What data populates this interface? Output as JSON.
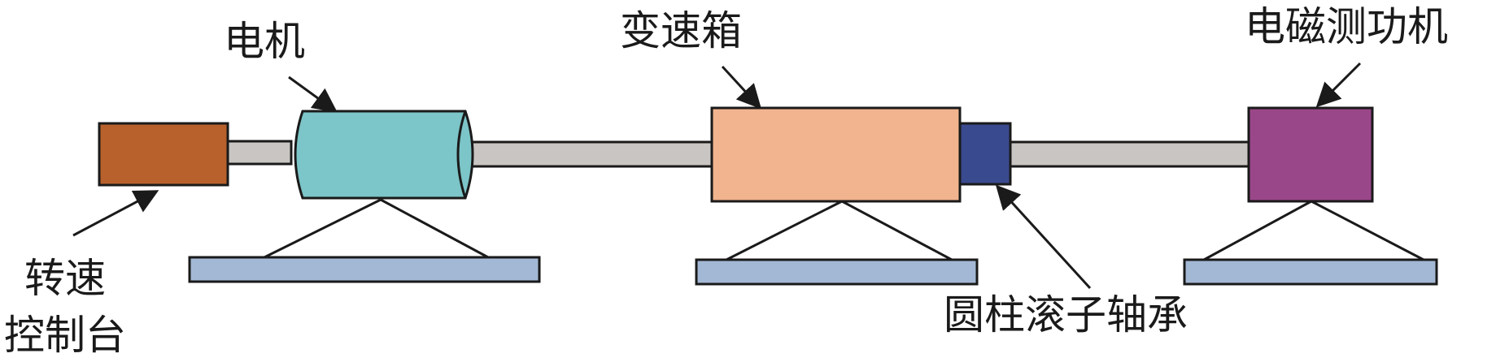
{
  "labels": {
    "motor": "电机",
    "gearbox": "变速箱",
    "dynamometer": "电磁测功机",
    "speed_console_line1": "转速",
    "speed_console_line2": "控制台",
    "bearing": "圆柱滚子轴承"
  },
  "colors": {
    "console": "#b8612c",
    "motor": "#7cc5c8",
    "gearbox": "#f1b48e",
    "bearing": "#3a4a8e",
    "dynamometer": "#9a4789",
    "shaft": "#c9c5c2",
    "base": "#a3b8d4",
    "outline": "#1a1a1a"
  }
}
